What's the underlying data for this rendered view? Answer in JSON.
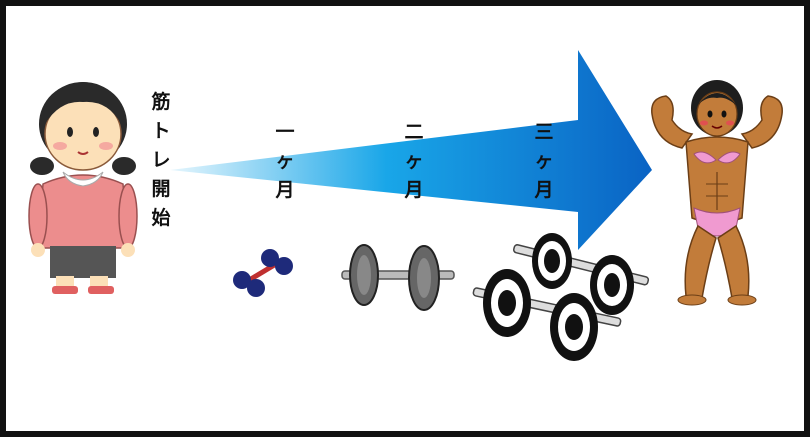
{
  "start_label": [
    "筋",
    "ト",
    "レ",
    "開",
    "始"
  ],
  "stages": [
    {
      "chars": [
        "一",
        "ヶ",
        "月"
      ]
    },
    {
      "chars": [
        "二",
        "ヶ",
        "月"
      ]
    },
    {
      "chars": [
        "三",
        "ヶ",
        "月"
      ]
    }
  ],
  "colors": {
    "arrow_start": "#e6f6fd",
    "arrow_mid": "#19a6e8",
    "arrow_end": "#0a63c4",
    "border": "#111111"
  },
  "icons": [
    "girl-before-illustration",
    "small-dumbbell-icon",
    "medium-dumbbell-icon",
    "heavy-dumbbells-icon",
    "muscular-woman-illustration",
    "progress-arrow"
  ]
}
